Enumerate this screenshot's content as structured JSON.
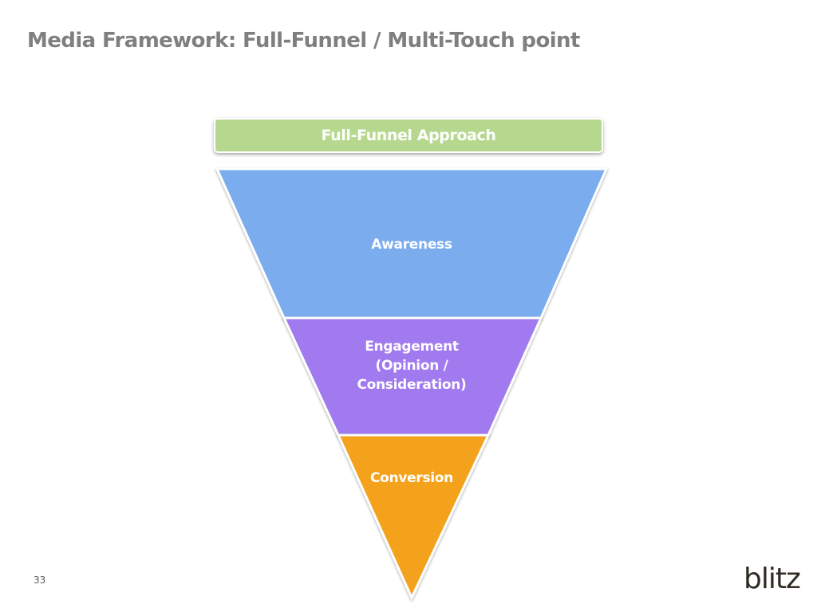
{
  "slide": {
    "title": "Media Framework:  Full-Funnel / Multi-Touch point",
    "page_number": "33",
    "logo_text": "blitz"
  },
  "funnel": {
    "header": "Full-Funnel Approach",
    "stages": [
      {
        "label": "Awareness",
        "color": "#7aacee"
      },
      {
        "label": "Engagement\n(Opinion /\nConsideration)",
        "color": "#a07aee"
      },
      {
        "label": "Conversion",
        "color": "#f4a21e"
      }
    ],
    "header_color": "#b5d88e"
  }
}
